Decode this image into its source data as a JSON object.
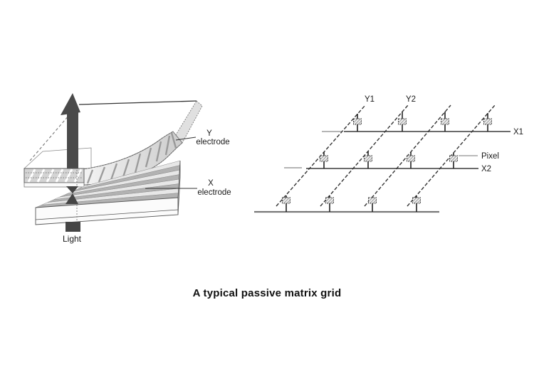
{
  "caption": "A typical passive matrix grid",
  "left_diagram": {
    "light_label": "Light",
    "y_electrode_label_line1": "Y",
    "y_electrode_label_line2": "electrode",
    "x_electrode_label_line1": "X",
    "x_electrode_label_line2": "electrode"
  },
  "right_diagram": {
    "col_labels": [
      "Y1",
      "Y2"
    ],
    "row_labels": [
      "X1",
      "X2"
    ],
    "pixel_label": "Pixel"
  },
  "colors": {
    "ink": "#333333",
    "arrow_fill": "#4a4a4a",
    "light_gray_line": "#b5b5b5",
    "background": "#ffffff"
  }
}
